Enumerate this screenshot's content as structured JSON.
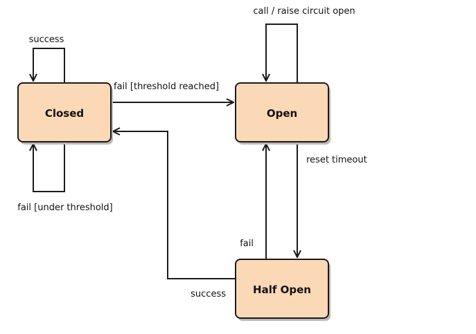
{
  "diagram": {
    "states": {
      "closed": "Closed",
      "open": "Open",
      "half_open": "Half Open"
    },
    "transitions": {
      "closed_self_success": "success",
      "closed_self_fail": "fail [under threshold]",
      "closed_to_open": "fail [threshold reached]",
      "open_self": "call / raise circuit open",
      "open_to_half_open": "reset timeout",
      "half_open_to_open": "fail",
      "half_open_to_closed": "success"
    },
    "colors": {
      "state_fill": "#fcd9b6",
      "stroke": "#1a1a1a"
    }
  }
}
